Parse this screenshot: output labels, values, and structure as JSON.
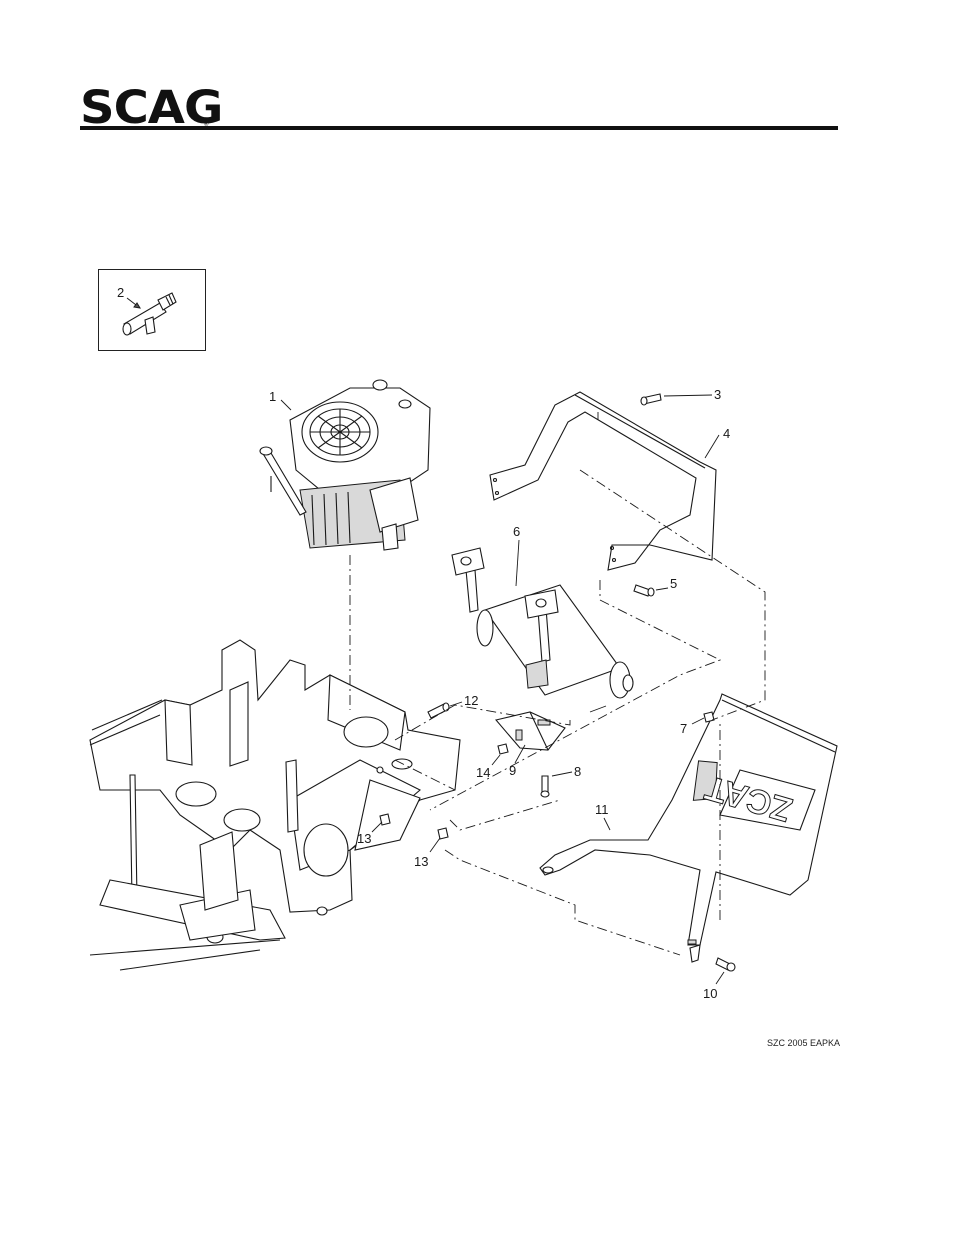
{
  "header": {
    "brand_logo": "SCAG",
    "trademark": "®"
  },
  "figure": {
    "code": "SZC 2005 EAPKA",
    "callouts": {
      "c1": "1",
      "c2": "2",
      "c3": "3",
      "c4": "4",
      "c5": "5",
      "c6": "6",
      "c7": "7",
      "c8": "8",
      "c9": "9",
      "c10": "10",
      "c11": "11",
      "c12": "12",
      "c13a": "13",
      "c13b": "13",
      "c14": "14"
    }
  }
}
